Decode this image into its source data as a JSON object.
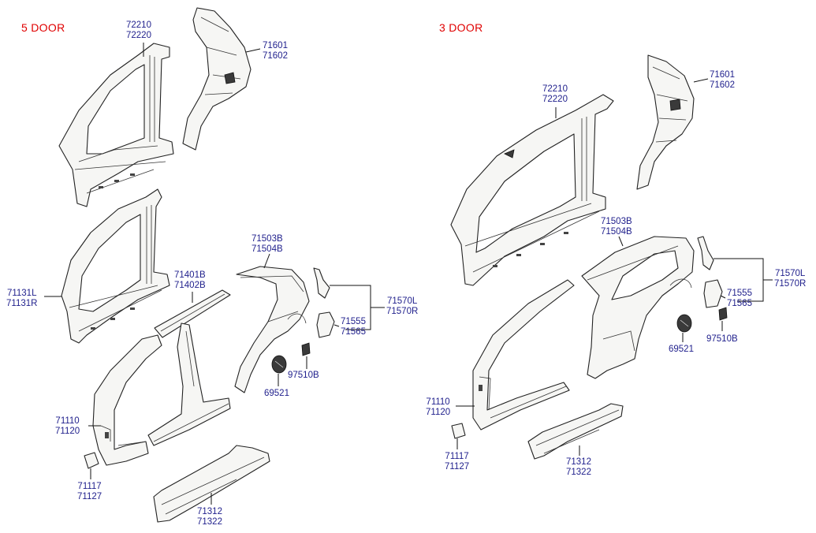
{
  "colors": {
    "heading": "#e00000",
    "label": "#1f1f8c",
    "line": "#111111"
  },
  "groups": [
    {
      "id": "five_door",
      "title": "5 DOOR",
      "callouts": [
        {
          "name": "roof-rail-inner",
          "codes": [
            "72210",
            "72220"
          ]
        },
        {
          "name": "quarter-inner",
          "codes": [
            "71601",
            "71602"
          ]
        },
        {
          "name": "side-inner",
          "codes": [
            "71131L",
            "71131R"
          ]
        },
        {
          "name": "roof-rail-outer",
          "codes": [
            "71401B",
            "71402B"
          ]
        },
        {
          "name": "quarter-outer",
          "codes": [
            "71503B",
            "71504B"
          ]
        },
        {
          "name": "tail-lamp-bracket",
          "codes": [
            "71570L",
            "71570R"
          ]
        },
        {
          "name": "fuel-filler-housing",
          "codes": [
            "71555",
            "71565"
          ]
        },
        {
          "name": "vent-grille",
          "codes": [
            "97510B"
          ]
        },
        {
          "name": "fuel-filler-door",
          "codes": [
            "69521"
          ]
        },
        {
          "name": "front-pillar",
          "codes": [
            "71110",
            "71120"
          ]
        },
        {
          "name": "small-bracket",
          "codes": [
            "71117",
            "71127"
          ]
        },
        {
          "name": "sill-panel",
          "codes": [
            "71312",
            "71322"
          ]
        }
      ]
    },
    {
      "id": "three_door",
      "title": "3 DOOR",
      "callouts": [
        {
          "name": "roof-rail-inner",
          "codes": [
            "72210",
            "72220"
          ]
        },
        {
          "name": "quarter-inner",
          "codes": [
            "71601",
            "71602"
          ]
        },
        {
          "name": "quarter-outer",
          "codes": [
            "71503B",
            "71504B"
          ]
        },
        {
          "name": "tail-lamp-bracket",
          "codes": [
            "71570L",
            "71570R"
          ]
        },
        {
          "name": "fuel-filler-housing",
          "codes": [
            "71555",
            "71565"
          ]
        },
        {
          "name": "fuel-filler-door",
          "codes": [
            "69521"
          ]
        },
        {
          "name": "vent-grille",
          "codes": [
            "97510B"
          ]
        },
        {
          "name": "front-pillar",
          "codes": [
            "71110",
            "71120"
          ]
        },
        {
          "name": "small-bracket",
          "codes": [
            "71117",
            "71127"
          ]
        },
        {
          "name": "sill-panel",
          "codes": [
            "71312",
            "71322"
          ]
        }
      ]
    }
  ]
}
